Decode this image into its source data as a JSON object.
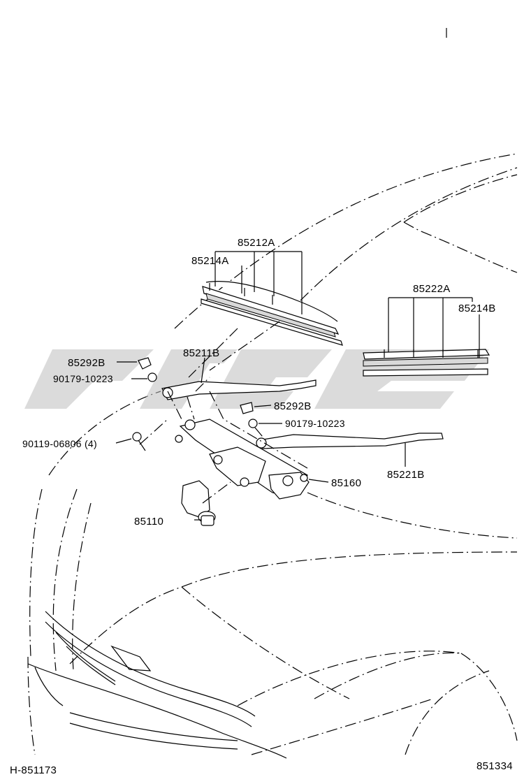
{
  "labels": {
    "p85212A": "85212A",
    "p85214A": "85214A",
    "p85222A": "85222A",
    "p85214B": "85214B",
    "p85211B": "85211B",
    "p85292B_1": "85292B",
    "p90179_1": "90179-10223",
    "p85292B_2": "85292B",
    "p90179_2": "90179-10223",
    "p90119": "90119-06806 (4)",
    "p85160": "85160",
    "p85221B": "85221B",
    "p85110": "85110"
  },
  "footer": {
    "left_code": "H-851173",
    "right_code": "851334"
  },
  "colors": {
    "watermark": "#bdbdbd",
    "line": "#000000"
  }
}
